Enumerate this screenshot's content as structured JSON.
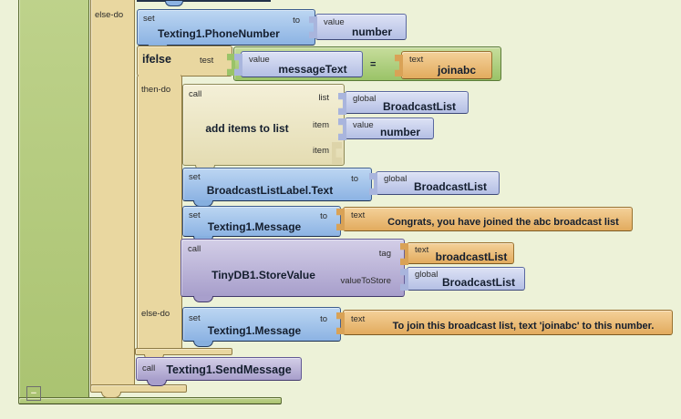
{
  "colors": {
    "page_bg": "#edf2d8",
    "event_green": "#b4ca7c",
    "ifelse_tan": "#e9d7a0",
    "set_blue": "#8cb3e3",
    "value_lavender": "#b4bfe4",
    "compare_green": "#9ac368",
    "text_orange": "#e2ab5e",
    "list_beige": "#e4dcb2",
    "call_purple": "#a79ecb"
  },
  "labels": {
    "set": "set",
    "call": "call",
    "to": "to",
    "ifelse": "ifelse",
    "test": "test",
    "then_do": "then-do",
    "else_do": "else-do",
    "value": "value",
    "text": "text",
    "global": "global",
    "list": "list",
    "item": "item",
    "tag": "tag",
    "value_to_store": "valueToStore",
    "equals": "=",
    "collapse": "−"
  },
  "blocks": {
    "set_phone_number": {
      "title": "Texting1.PhoneNumber"
    },
    "value_number": {
      "title": "number"
    },
    "value_message_text": {
      "title": "messageText"
    },
    "text_joinabc": {
      "title": "joinabc"
    },
    "add_items_to_list": {
      "title": "add items to list"
    },
    "global_broadcast_list": {
      "title": "BroadcastList"
    },
    "set_broadcast_list_label": {
      "title": "BroadcastListLabel.Text"
    },
    "set_texting_message": {
      "title": "Texting1.Message"
    },
    "text_congrats": {
      "title": "Congrats, you have joined the abc broadcast list"
    },
    "call_tinydb_store_value": {
      "title": "TinyDB1.StoreValue"
    },
    "text_broadcast_list": {
      "title": "broadcastList"
    },
    "text_join_instructions": {
      "title": "To join this broadcast list, text 'joinabc' to this number."
    },
    "call_send_message": {
      "title": "Texting1.SendMessage"
    }
  }
}
